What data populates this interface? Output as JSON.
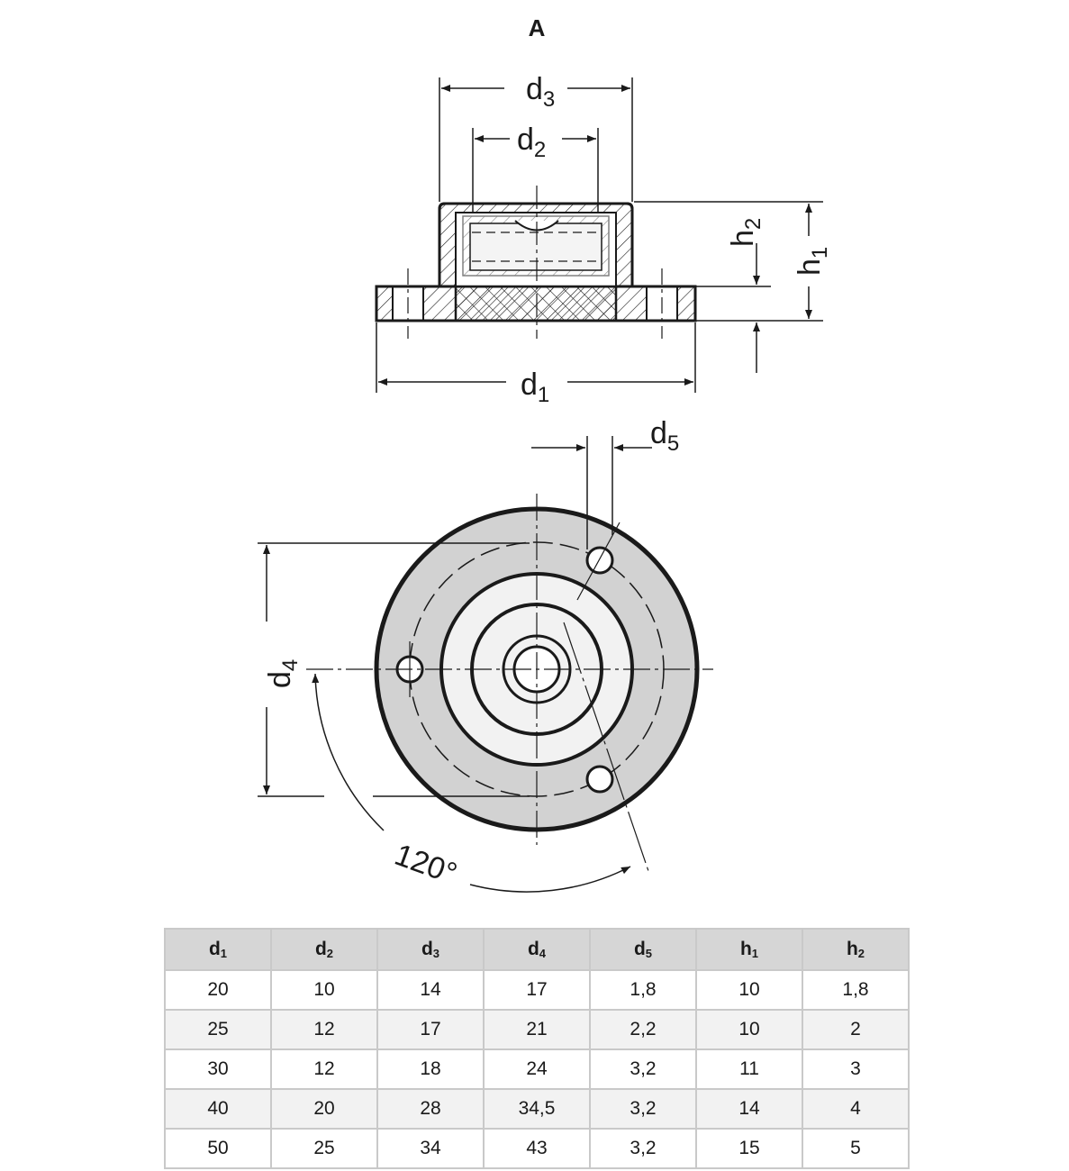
{
  "view_label": "A",
  "dimensions": {
    "d1": {
      "base": "d",
      "sub": "1"
    },
    "d2": {
      "base": "d",
      "sub": "2"
    },
    "d3": {
      "base": "d",
      "sub": "3"
    },
    "d4": {
      "base": "d",
      "sub": "4"
    },
    "d5": {
      "base": "d",
      "sub": "5"
    },
    "h1": {
      "base": "h",
      "sub": "1"
    },
    "h2": {
      "base": "h",
      "sub": "2"
    }
  },
  "angle_label": "120°",
  "table": {
    "headers": [
      {
        "base": "d",
        "sub": "1"
      },
      {
        "base": "d",
        "sub": "2"
      },
      {
        "base": "d",
        "sub": "3"
      },
      {
        "base": "d",
        "sub": "4"
      },
      {
        "base": "d",
        "sub": "5"
      },
      {
        "base": "h",
        "sub": "1"
      },
      {
        "base": "h",
        "sub": "2"
      }
    ],
    "rows": [
      [
        "20",
        "10",
        "14",
        "17",
        "1,8",
        "10",
        "1,8"
      ],
      [
        "25",
        "12",
        "17",
        "21",
        "2,2",
        "10",
        "2"
      ],
      [
        "30",
        "12",
        "18",
        "24",
        "3,2",
        "11",
        "3"
      ],
      [
        "40",
        "20",
        "28",
        "34,5",
        "3,2",
        "14",
        "4"
      ],
      [
        "50",
        "25",
        "34",
        "43",
        "3,2",
        "15",
        "5"
      ]
    ]
  }
}
